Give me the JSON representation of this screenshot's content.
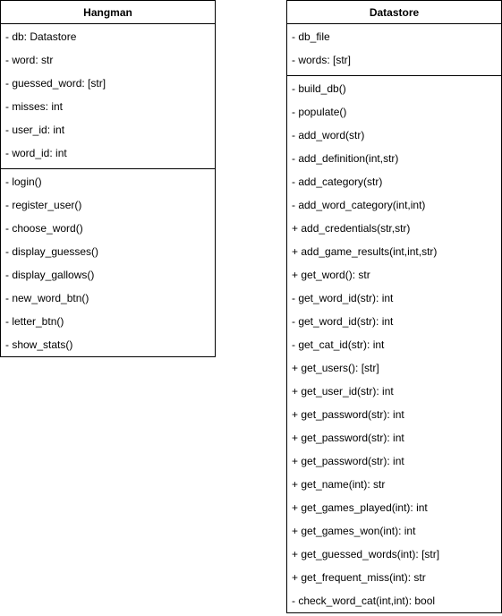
{
  "classes": [
    {
      "id": "hangman",
      "name": "Hangman",
      "attributes": [
        "- db: Datastore",
        "- word: str",
        "- guessed_word: [str]",
        "- misses: int",
        "- user_id: int",
        "- word_id: int"
      ],
      "methods": [
        "- login()",
        "- register_user()",
        "- choose_word()",
        "- display_guesses()",
        "- display_gallows()",
        "- new_word_btn()",
        "- letter_btn()",
        "- show_stats()"
      ]
    },
    {
      "id": "datastore",
      "name": "Datastore",
      "attributes": [
        "- db_file",
        "- words: [str]"
      ],
      "methods": [
        "- build_db()",
        "- populate()",
        "- add_word(str)",
        "- add_definition(int,str)",
        "- add_category(str)",
        "- add_word_category(int,int)",
        "+ add_credentials(str,str)",
        "+ add_game_results(int,int,str)",
        "+ get_word(): str",
        "- get_word_id(str): int",
        "- get_word_id(str): int",
        "- get_cat_id(str): int",
        "+ get_users(): [str]",
        "+ get_user_id(str): int",
        "+ get_password(str): int",
        "+ get_password(str): int",
        "+ get_password(str): int",
        "+ get_name(int): str",
        "+ get_games_played(int): int",
        "+ get_games_won(int): int",
        "+ get_guessed_words(int): [str]",
        "+ get_frequent_miss(int): str",
        "- check_word_cat(int,int): bool"
      ]
    }
  ]
}
